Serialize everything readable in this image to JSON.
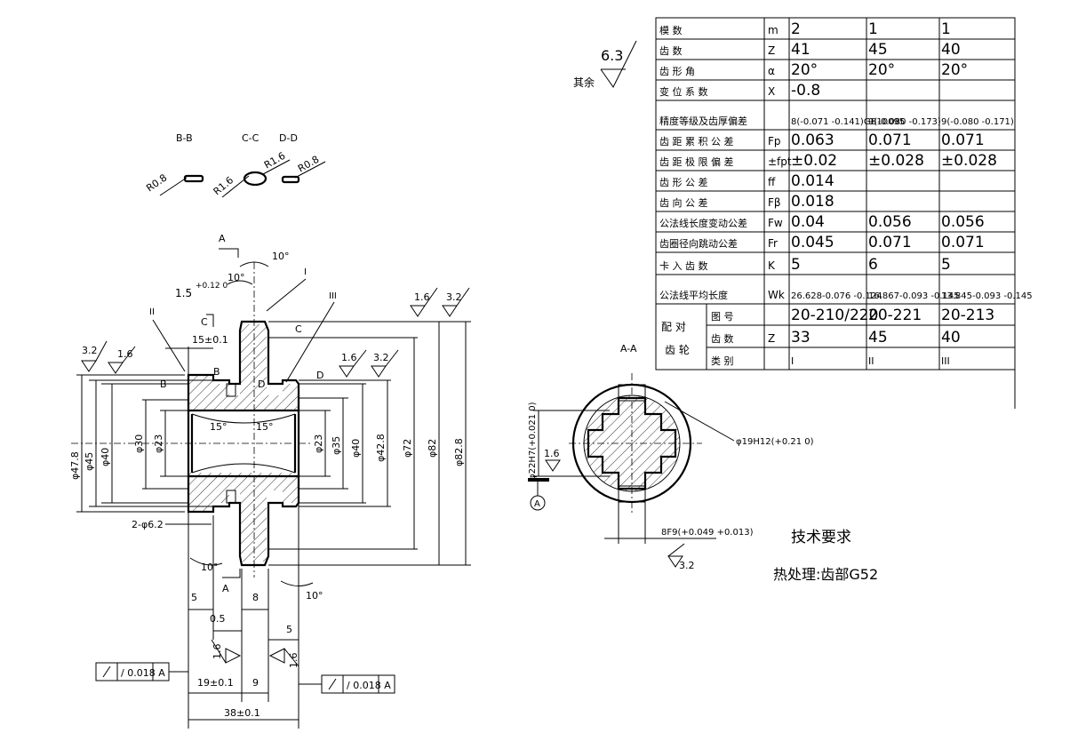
{
  "table": {
    "header_cols": [
      "m",
      "2",
      "1",
      "1"
    ],
    "rows": [
      {
        "label": "模 数",
        "sym": "m",
        "v": [
          "2",
          "1",
          "1"
        ]
      },
      {
        "label": "齿 数",
        "sym": "Z",
        "v": [
          "41",
          "45",
          "40"
        ]
      },
      {
        "label": "齿 形 角",
        "sym": "α",
        "v": [
          "20°",
          "20°",
          "20°"
        ]
      },
      {
        "label": "变 位 系 数",
        "sym": "X",
        "v": [
          "-0.8",
          "",
          ""
        ]
      },
      {
        "label": "精度等级及齿厚偏差",
        "sym": "",
        "v": [
          "8(-0.071 -0.141)GB10095",
          "9(-0.080 -0.173)",
          "9(-0.080 -0.171)"
        ]
      },
      {
        "label": "齿 距 累 积 公 差",
        "sym": "Fp",
        "v": [
          "0.063",
          "0.071",
          "0.071"
        ]
      },
      {
        "label": "齿 距 极 限 偏 差",
        "sym": "±fpt",
        "v": [
          "±0.02",
          "±0.028",
          "±0.028"
        ]
      },
      {
        "label": "齿 形 公 差",
        "sym": "ff",
        "v": [
          "0.014",
          "",
          ""
        ]
      },
      {
        "label": "齿 向 公 差",
        "sym": "Fβ",
        "v": [
          "0.018",
          "",
          ""
        ]
      },
      {
        "label": "公法线长度变动公差",
        "sym": "Fw",
        "v": [
          "0.04",
          "0.056",
          "0.056"
        ]
      },
      {
        "label": "齿圈径向跳动公差",
        "sym": "Fr",
        "v": [
          "0.045",
          "0.071",
          "0.071"
        ]
      },
      {
        "label": "卡 入 齿 数",
        "sym": "K",
        "v": [
          "5",
          "6",
          "5"
        ]
      },
      {
        "label": "公法线平均长度",
        "sym": "Wk",
        "v": [
          "26.628-0.076 -0.124",
          "16.867-0.093 -0.145",
          "13.845-0.093 -0.145"
        ]
      }
    ],
    "mate": {
      "group_label": "配 对 齿 轮",
      "rows": [
        {
          "label": "图 号",
          "sym": "",
          "v": [
            "20-210/220",
            "20-221",
            "20-213"
          ]
        },
        {
          "label": "齿 数",
          "sym": "Z",
          "v": [
            "33",
            "45",
            "40"
          ]
        },
        {
          "label": "类 别",
          "sym": "",
          "v": [
            "I",
            "II",
            "III"
          ]
        }
      ]
    }
  },
  "roughness": {
    "other_value": "6.3",
    "other_label": "其余",
    "values": [
      "1.6",
      "3.2",
      "1.6",
      "3.2",
      "1.6",
      "3.2",
      "1.6",
      "1.6",
      "1.6",
      "3.2"
    ]
  },
  "sections": {
    "bb": "B-B",
    "cc": "C-C",
    "dd": "D-D",
    "r08a": "R0.8",
    "r16a": "R1.6",
    "r16b": "R1.6",
    "r08b": "R0.8",
    "aa": "A-A"
  },
  "dims": {
    "d478": "φ47.8",
    "d45": "φ45",
    "d40a": "φ40",
    "d30": "φ30",
    "d23a": "φ23",
    "d23b": "φ23",
    "d35": "φ35",
    "d40b": "φ40",
    "d428": "φ42.8",
    "d72": "φ72",
    "d82": "φ82",
    "d828": "φ82.8",
    "a15a": "15°",
    "a15b": "15°",
    "a10a": "10°",
    "a10b": "10°",
    "a10c": "10°",
    "a10d": "10°",
    "dim15": "1.5",
    "dim15tol": "+0.12 0",
    "dim15pm": "15±0.1",
    "hole": "2-φ6.2",
    "d5a": "5",
    "d8": "8",
    "d05": "0.5",
    "d5b": "5",
    "d19": "19±0.1",
    "d9": "9",
    "d38": "38±0.1",
    "tolA": "/ 0.018 A",
    "tolB": "/ 0.018 A",
    "datum": "A",
    "cutA1": "A",
    "cutA2": "A",
    "cutB": "B",
    "cutC1": "C",
    "cutC2": "C",
    "cutD": "D",
    "labB": "B",
    "labD": "D",
    "lbl1": "I",
    "lbl2": "II",
    "lbl3": "III",
    "d22": "φ22H7(+0.021 0)",
    "d19h": "φ19H12(+0.21 0)",
    "f8": "8F9(+0.049 +0.013)"
  },
  "notes": {
    "title": "技术要求",
    "heat": "热处理:齿部G52"
  }
}
